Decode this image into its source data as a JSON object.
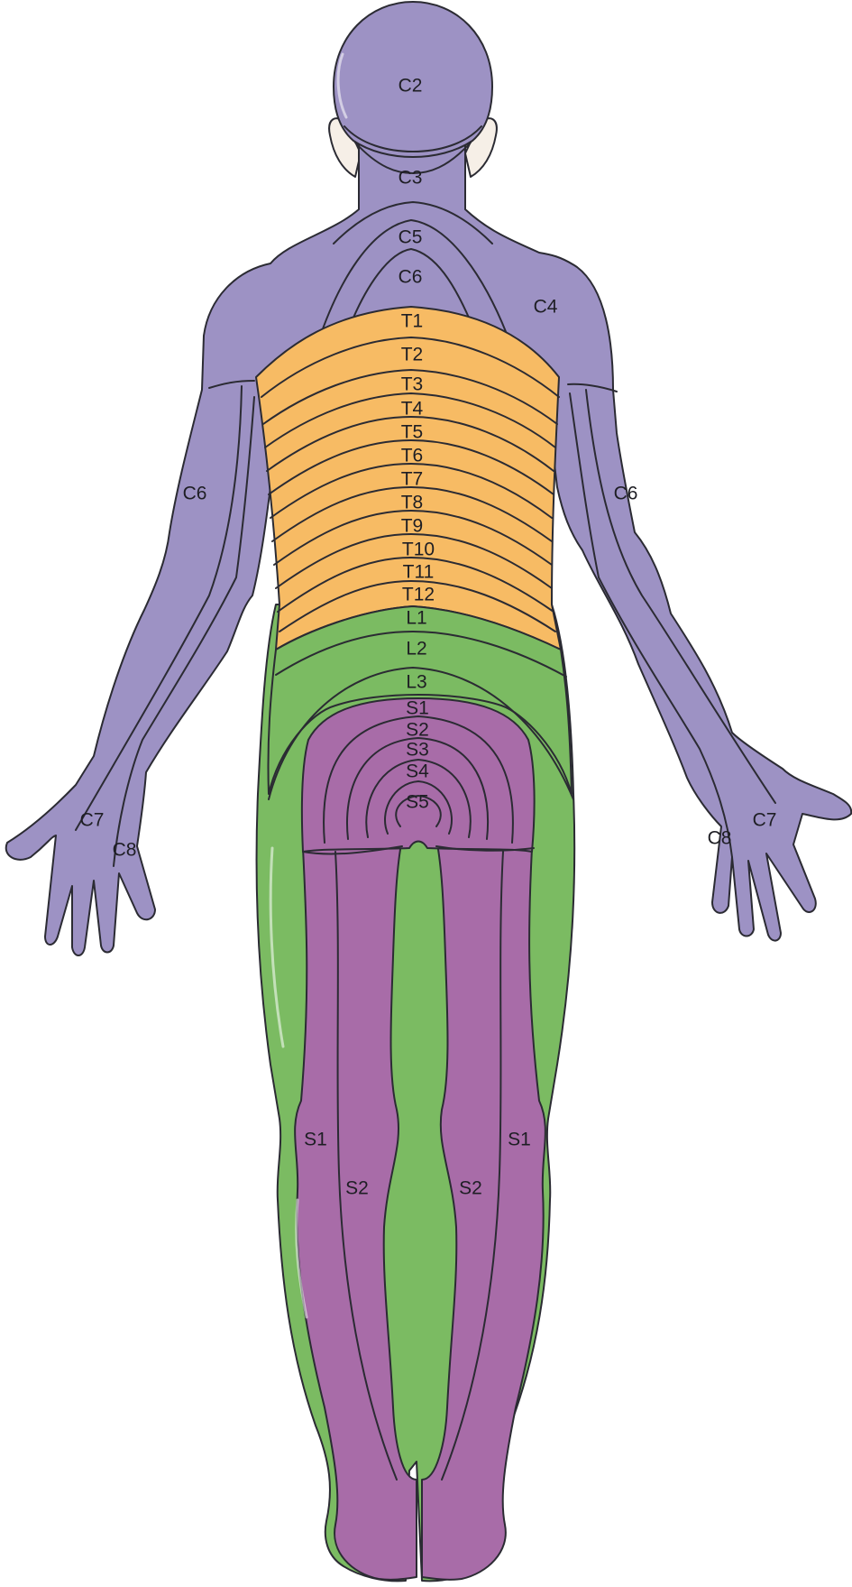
{
  "colors": {
    "cervical": "#9d92c4",
    "thoracic": "#f7bb64",
    "lumbar": "#7bbb62",
    "sacral": "#a86ca8",
    "ear": "#f6efe7",
    "outline": "#2b2b33"
  },
  "labels": {
    "head": "C2",
    "neck": "C3",
    "shoulder": "C4",
    "upper_back_1": "C5",
    "upper_back_2": "C6",
    "arm_left": "C6",
    "arm_right": "C6",
    "forearm_left": "C7",
    "forearm_right": "C7",
    "hand_left": "C8",
    "hand_right": "C8",
    "thoracic": [
      "T1",
      "T2",
      "T3",
      "T4",
      "T5",
      "T6",
      "T7",
      "T8",
      "T9",
      "T10",
      "T11",
      "T12"
    ],
    "lumbar": [
      "L1",
      "L2",
      "L3"
    ],
    "sacral": [
      "S1",
      "S2",
      "S3",
      "S4",
      "S5"
    ],
    "leg_left_outer": "S1",
    "leg_left_inner": "S2",
    "leg_right_outer": "S1",
    "leg_right_inner": "S2"
  }
}
